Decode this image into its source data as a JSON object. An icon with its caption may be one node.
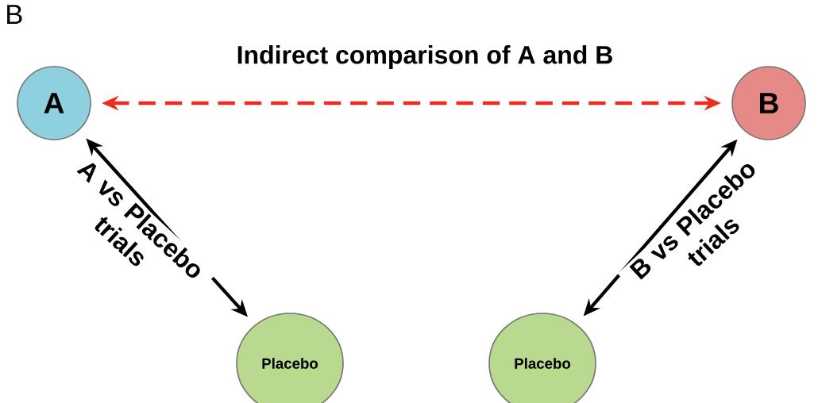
{
  "diagram": {
    "nodes": [
      {
        "text": [
          "A"
        ]
      },
      {
        "text": [
          "B"
        ]
      },
      {
        "text": [
          "Placebo"
        ]
      },
      {
        "text": [
          "Placebo"
        ]
      }
    ],
    "edges": [
      {
        "from": 0,
        "to": 1,
        "arrow": "both",
        "label": "Indirect comparison of A and B",
        "style": "dashed",
        "color": "#f02a1c"
      },
      {
        "from": 0,
        "to": 2,
        "arrow": "both",
        "label": "A vs Placebo trials"
      },
      {
        "from": 1,
        "to": 3,
        "arrow": "both",
        "label": "B vs Placebo trials"
      }
    ],
    "labels": [
      "B"
    ]
  }
}
